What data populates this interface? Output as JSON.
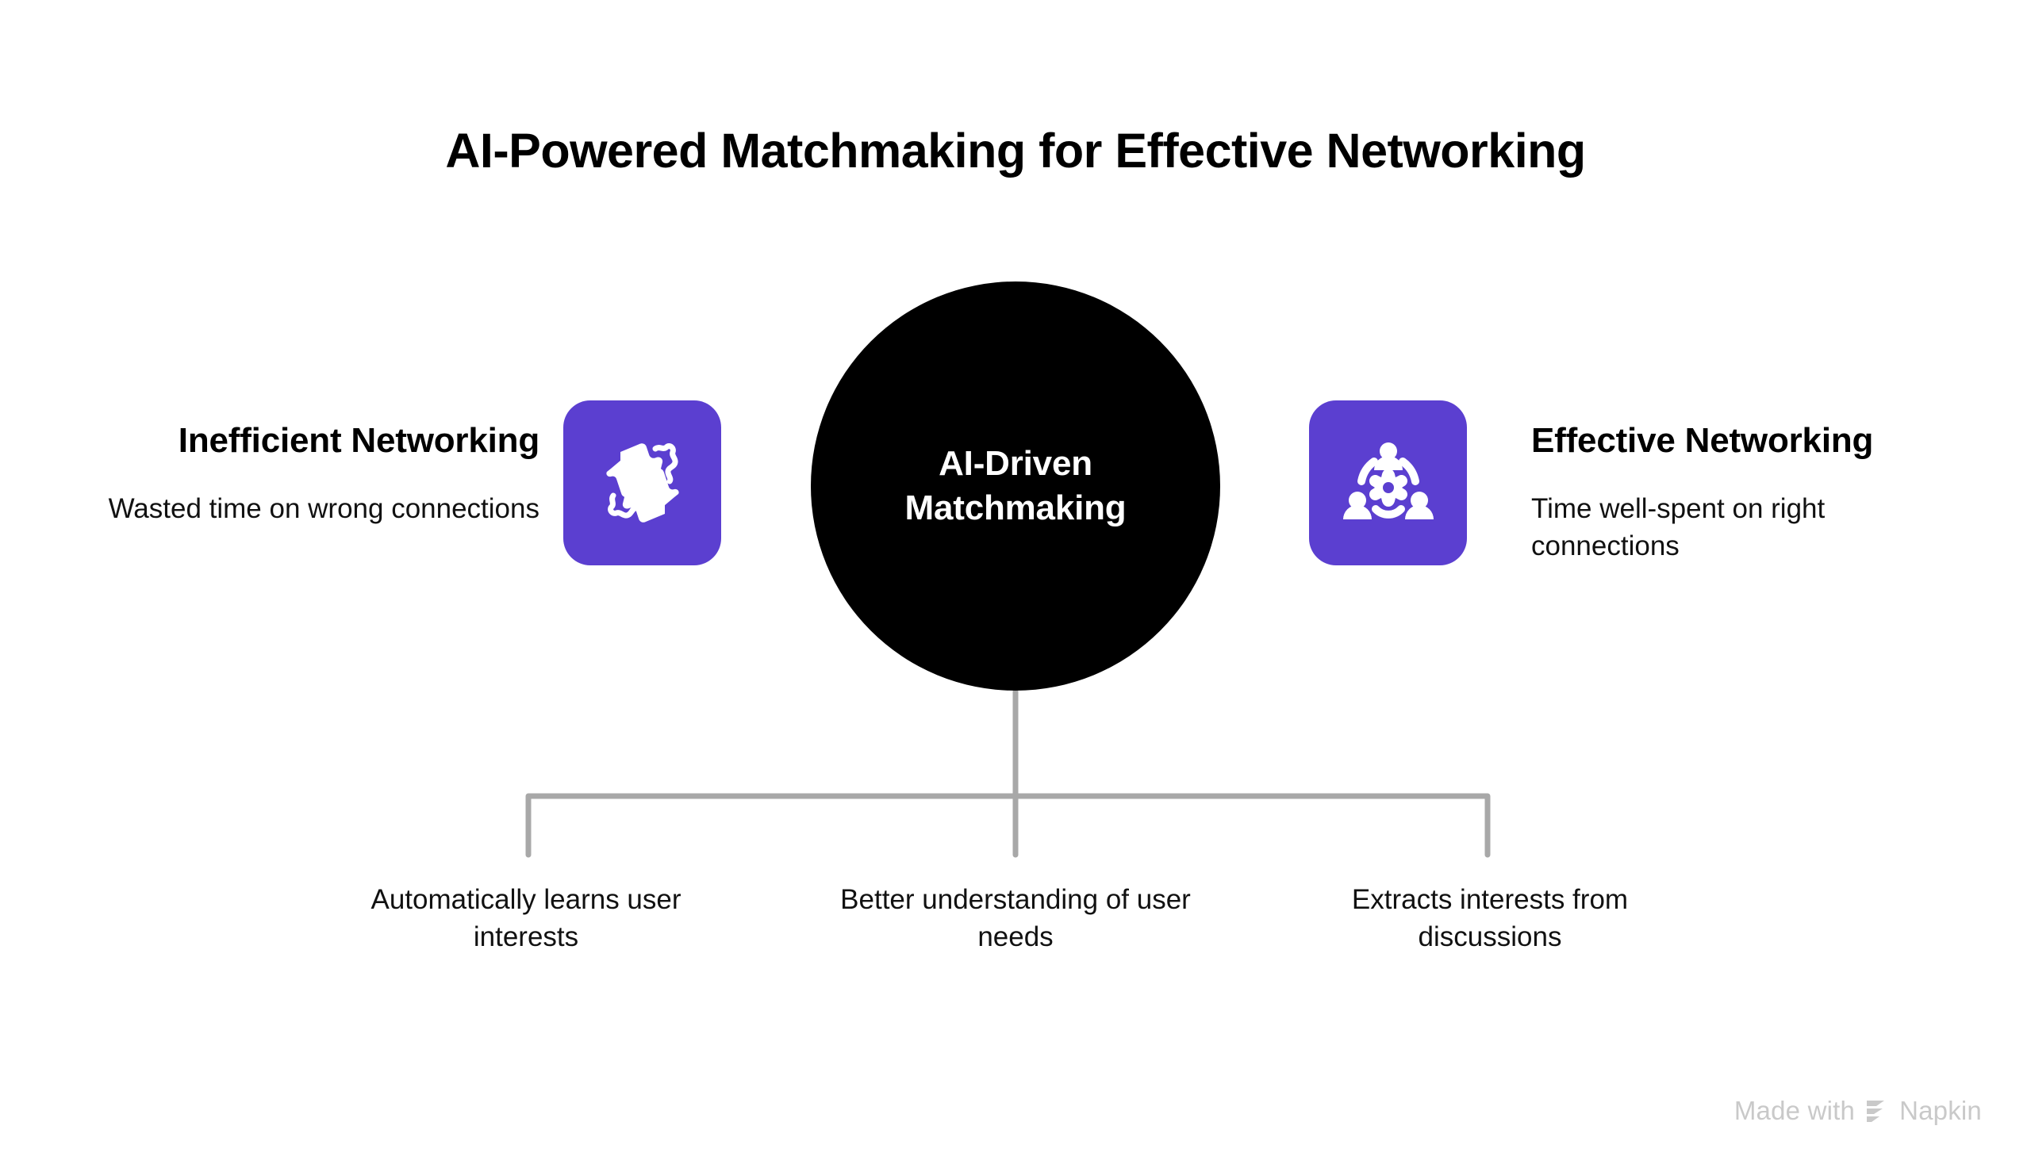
{
  "page": {
    "title": "AI-Powered Matchmaking for Effective Networking",
    "background_color": "#ffffff",
    "accent_color": "#5b3fd0",
    "center_color": "#000000",
    "line_color": "#a8a8a8"
  },
  "center": {
    "label": "AI-Driven Matchmaking"
  },
  "sides": {
    "left": {
      "heading": "Inefficient Networking",
      "subtitle": "Wasted time on wrong connections",
      "icon": "broken-puzzle-icon"
    },
    "right": {
      "heading": "Effective Networking",
      "subtitle": "Time well-spent on right connections",
      "icon": "team-gear-icon"
    }
  },
  "branches": [
    {
      "label": "Automatically learns user interests"
    },
    {
      "label": "Better understanding of user needs"
    },
    {
      "label": "Extracts interests from discussions"
    }
  ],
  "watermark": {
    "prefix": "Made with",
    "brand": "Napkin",
    "logo": "napkin-logo-icon"
  }
}
